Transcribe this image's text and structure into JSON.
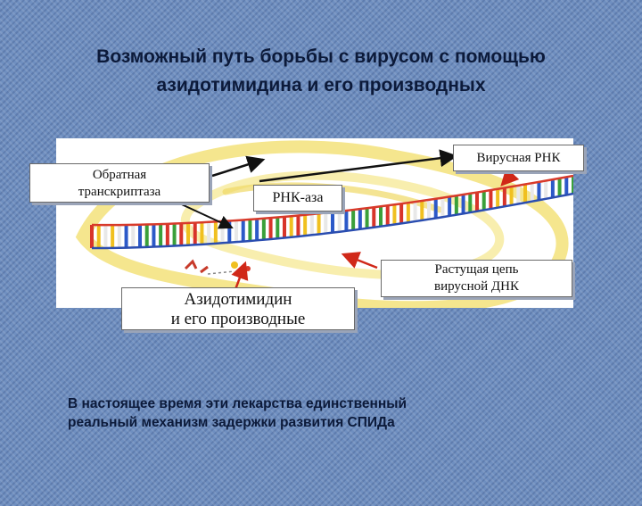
{
  "slide": {
    "title_line1": "Возможный путь борьбы с вирусом с помощью",
    "title_line2": "азидотимидина  и его производных",
    "footer_line1": "В настоящее время эти лекарства единственный",
    "footer_line2": "реальный механизм задержки развития СПИДа"
  },
  "labels": {
    "reverse_transcriptase_line1": "Обратная",
    "reverse_transcriptase_line2": "транскриптаза",
    "viral_rna": "Вирусная РНК",
    "rnase": "РНК-аза",
    "azidothymidine_line1": "Азидотимидин",
    "azidothymidine_line2": "и его производные",
    "growing_dna_line1": "Растущая цепь",
    "growing_dna_line2": "вирусной ДНК"
  },
  "colors": {
    "background": "#6f8fc0",
    "title_text": "#0c1a3a",
    "enzyme_ring": "#f3e27a",
    "rna_strand": "#d83a2a",
    "dna_strand": "#2a4db0",
    "arrow_black": "#111111",
    "arrow_red": "#d02818",
    "base_colors": [
      "#d8342a",
      "#2c59c8",
      "#f0c020",
      "#3aa03a",
      "#e8e8e8"
    ]
  }
}
